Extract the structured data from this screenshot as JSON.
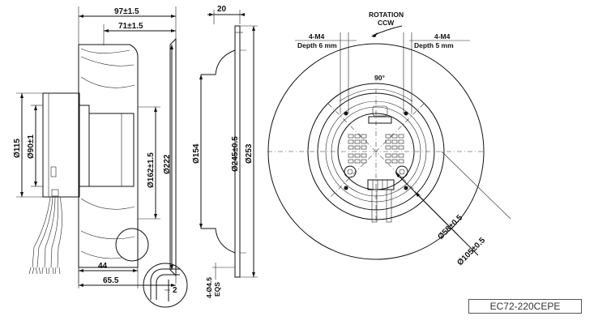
{
  "side_view": {
    "dim_97": "97±1.5",
    "dim_71": "71±1.5",
    "dim_115": "Ø115",
    "dim_90": "Ø90±1",
    "dim_162": "Ø162±1.5",
    "dim_222": "Ø222",
    "dim_44": "44",
    "dim_65": "65.5",
    "detail_2": "2"
  },
  "profile_view": {
    "dim_20": "20",
    "dim_154": "Ø154",
    "dim_245": "Ø245±0.5",
    "dim_253": "Ø253",
    "holes": "4-Ø4.5",
    "eqs": "EQS"
  },
  "front_view": {
    "rotation": "ROTATION",
    "ccw": "CCW",
    "left_thread": "4-M4",
    "left_depth": "Depth 6 mm",
    "right_thread": "4-M4",
    "right_depth": "Depth 5 mm",
    "angle": "90°",
    "dim_58": "Ø58±0.5",
    "dim_105": "Ø105±0.5"
  },
  "model": "EC72-220CEPE"
}
